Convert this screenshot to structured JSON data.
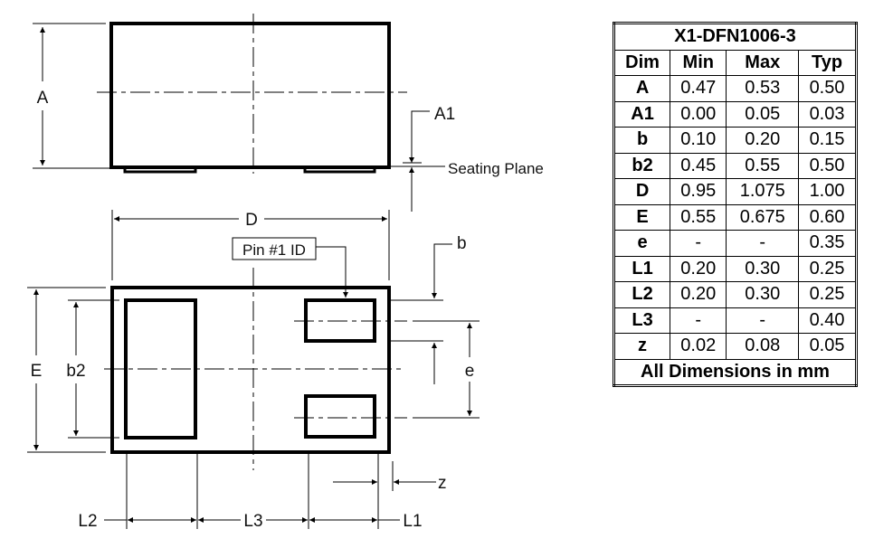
{
  "drawing": {
    "labels": {
      "A": "A",
      "A1": "A1",
      "seating_plane": "Seating Plane",
      "D": "D",
      "pin1": "Pin #1 ID",
      "b": "b",
      "E": "E",
      "b2": "b2",
      "e": "e",
      "z": "z",
      "L1": "L1",
      "L2": "L2",
      "L3": "L3"
    }
  },
  "table": {
    "title": "X1-DFN1006-3",
    "headers": [
      "Dim",
      "Min",
      "Max",
      "Typ"
    ],
    "rows": [
      [
        "A",
        "0.47",
        "0.53",
        "0.50"
      ],
      [
        "A1",
        "0.00",
        "0.05",
        "0.03"
      ],
      [
        "b",
        "0.10",
        "0.20",
        "0.15"
      ],
      [
        "b2",
        "0.45",
        "0.55",
        "0.50"
      ],
      [
        "D",
        "0.95",
        "1.075",
        "1.00"
      ],
      [
        "E",
        "0.55",
        "0.675",
        "0.60"
      ],
      [
        "e",
        "-",
        "-",
        "0.35"
      ],
      [
        "L1",
        "0.20",
        "0.30",
        "0.25"
      ],
      [
        "L2",
        "0.20",
        "0.30",
        "0.25"
      ],
      [
        "L3",
        "-",
        "-",
        "0.40"
      ],
      [
        "z",
        "0.02",
        "0.08",
        "0.05"
      ]
    ],
    "footer": "All Dimensions in mm"
  }
}
